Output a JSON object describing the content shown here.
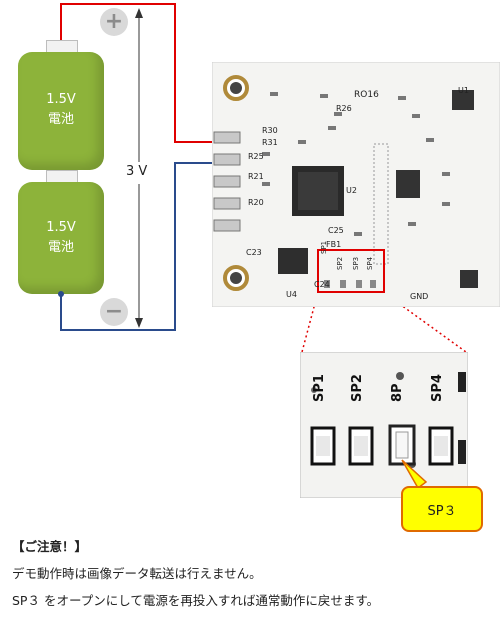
{
  "diagram": {
    "battery_top": {
      "voltage": "1.5V",
      "label": "電池"
    },
    "battery_bottom": {
      "voltage": "1.5V",
      "label": "電池"
    },
    "plus_sign": "+",
    "minus_sign": "−",
    "total_voltage": "3 V",
    "board": {
      "silkscreen": [
        "RO16",
        "R26",
        "R30",
        "R31",
        "R25",
        "R21",
        "R20",
        "C25",
        "C23",
        "C24",
        "U2",
        "U4",
        "U1",
        "FB1",
        "GND"
      ],
      "solder_pads": [
        "SP1",
        "SP2",
        "SP3",
        "SP4"
      ]
    },
    "zoom_labels": [
      "SP1",
      "SP2",
      "8P",
      "SP4"
    ],
    "callout": "SP３"
  },
  "notice": {
    "heading": "【ご注意！】",
    "line1": "デモ動作時は画像データ転送は行えません。",
    "line2": "SP３ をオープンにして電源を再投入すれば通常動作に戻せます。"
  },
  "colors": {
    "battery": "#8db33a",
    "positive_wire": "#e00000",
    "negative_wire": "#2a4b8c",
    "highlight": "#e00000",
    "callout_fill": "#ffff00"
  }
}
